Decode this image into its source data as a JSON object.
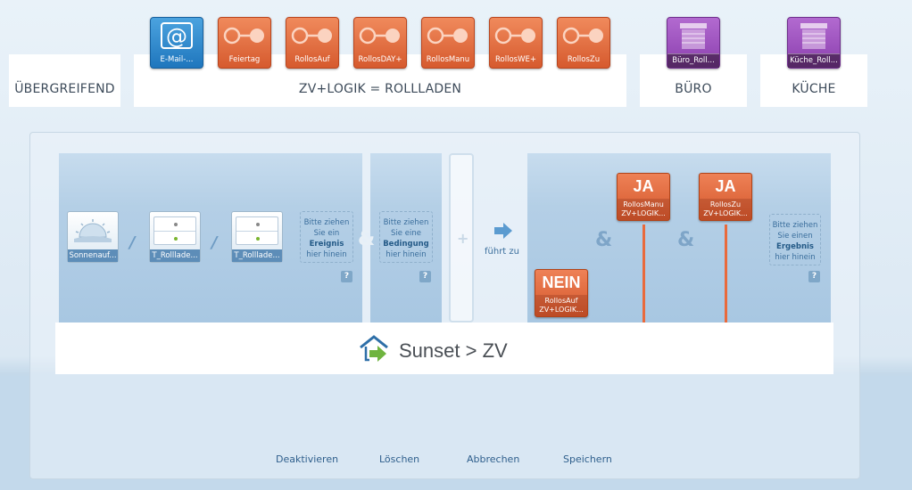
{
  "categories": [
    {
      "label": "ÜBERGREIFEND"
    },
    {
      "label": "ZV+LOGIK = ROLLLADEN"
    },
    {
      "label": "BÜRO"
    },
    {
      "label": "KÜCHE"
    }
  ],
  "tiles": [
    {
      "label": "E-Mail-...",
      "icon": "email-at-icon",
      "color": "#2f8bd0"
    },
    {
      "label": "Feiertag",
      "icon": "logic-link-icon",
      "color": "#e4703f"
    },
    {
      "label": "RollosAuf",
      "icon": "logic-link-icon",
      "color": "#e4703f"
    },
    {
      "label": "RollosDAY+",
      "icon": "logic-link-icon",
      "color": "#e4703f"
    },
    {
      "label": "RollosManu",
      "icon": "logic-link-icon",
      "color": "#e4703f"
    },
    {
      "label": "RollosWE+",
      "icon": "logic-link-icon",
      "color": "#e4703f"
    },
    {
      "label": "RollosZu",
      "icon": "logic-link-icon",
      "color": "#e4703f"
    },
    {
      "label": "Büro_Roll...",
      "icon": "shutter-icon",
      "color": "#9c52c0"
    },
    {
      "label": "Küche_Roll...",
      "icon": "shutter-icon",
      "color": "#9c52c0"
    }
  ],
  "events": [
    {
      "label": "Sonnenauf...",
      "icon": "sunrise-icon"
    },
    {
      "label": "T_Rolllade...",
      "icon": "switch-icon"
    },
    {
      "label": "T_Rolllade...",
      "icon": "switch-icon"
    }
  ],
  "drop_event": {
    "line1": "Bitte ziehen",
    "line2": "Sie ein",
    "strong": "Ereignis",
    "line3": "hier hinein"
  },
  "drop_condition": {
    "line1": "Bitte ziehen",
    "line2": "Sie eine",
    "strong": "Bedingung",
    "line3": "hier hinein"
  },
  "drop_result": {
    "line1": "Bitte ziehen",
    "line2": "Sie einen",
    "strong": "Ergebnis",
    "line3": "hier hinein"
  },
  "help_symbol": "?",
  "amp": "&",
  "slash": "/",
  "plus": "+",
  "leads_to": "führt zu",
  "results": [
    {
      "verdict": "NEIN",
      "name": "RollosAuf",
      "module": "ZV+LOGIK..."
    },
    {
      "verdict": "JA",
      "name": "RollosManu",
      "module": "ZV+LOGIK..."
    },
    {
      "verdict": "JA",
      "name": "RollosZu",
      "module": "ZV+LOGIK..."
    }
  ],
  "rule_name": "Sunset > ZV",
  "buttons": {
    "deactivate": "Deaktivieren",
    "delete": "Löschen",
    "cancel": "Abbrechen",
    "save": "Speichern"
  },
  "colors": {
    "accent_orange": "#e4703f",
    "accent_blue": "#2f8bd0",
    "accent_purple": "#9c52c0",
    "house_green": "#6fb43f"
  }
}
